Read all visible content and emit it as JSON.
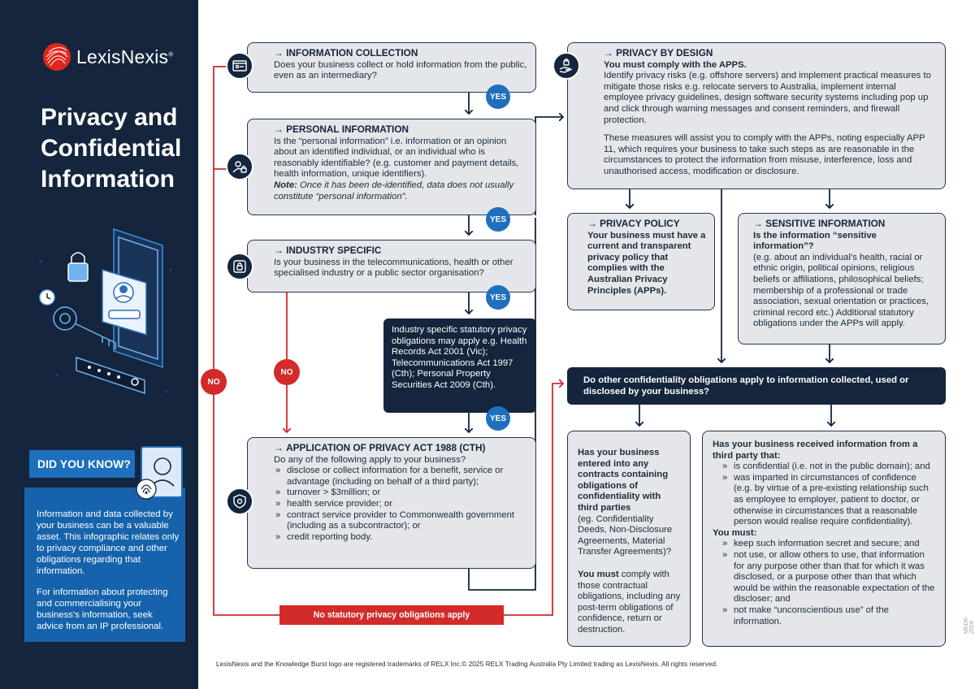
{
  "brand": {
    "name": "LexisNexis",
    "registered": "®"
  },
  "title": {
    "line1": "Privacy and",
    "line2": "Confidential",
    "line3": "Information"
  },
  "did_you_know": {
    "label": "DID YOU KNOW?",
    "paragraph1": "Information and data collected by your business can be a valuable asset. This infographic relates only to privacy compliance and other obligations regarding that information.",
    "paragraph2": "For information about protecting and commercialising your business's information, seek advice from an IP professional."
  },
  "flow": {
    "info_collection": {
      "title": "INFORMATION COLLECTION",
      "body": "Does your business collect or hold information from the public, even as an intermediary?"
    },
    "personal_info": {
      "title": "PERSONAL INFORMATION",
      "body": "Is the “personal information” i.e. information or an opinion about an identified individual, or an individual who is reasonably identifiable? (e.g. customer and payment details, health information, unique identifiers).",
      "note_label": "Note:",
      "note_text": " Once it has been de-identified, data does not usually constitute “personal information”."
    },
    "industry_specific": {
      "title": "INDUSTRY SPECIFIC",
      "body": "Is your business in the telecommunications, health or other specialised industry or a public sector organisation?"
    },
    "industry_statutory": {
      "body": "Industry specific statutory privacy obligations may apply e.g. Health Records Act 2001 (Vic); Telecommunications Act 1997 (Cth); Personal Property Securities Act 2009 (Cth)."
    },
    "privacy_act": {
      "title": "APPLICATION OF PRIVACY ACT 1988 (CTH)",
      "body": "Do any of the following apply to your business?",
      "items": [
        "disclose or collect information for a benefit, service or advantage (including on behalf of a third party);",
        "turnover > $3million; or",
        "health service provider; or",
        "contract service provider to Commonwealth government (including as a subcontractor); or",
        "credit reporting body."
      ]
    },
    "privacy_by_design": {
      "title": "PRIVACY BY DESIGN",
      "lead": "You must comply with the APPS.",
      "body1": "Identify privacy risks (e.g. offshore servers) and implement practical measures to mitigate those risks e.g. relocate servers to Australia, implement internal employee privacy guidelines, design software security systems including pop up and click through warning messages and consent reminders, and firewall protection.",
      "body2": "These measures will assist you to comply with the APPs, noting especially APP 11, which requires your business to take such steps as are reasonable in the circumstances to protect the information from misuse, interference, loss and unauthorised access,  modification or disclosure."
    },
    "privacy_policy": {
      "title": "PRIVACY POLICY",
      "body": "Your business must have a current and transparent privacy policy that complies with the Australian Privacy Principles (APPs)."
    },
    "sensitive_info": {
      "title": "SENSITIVE INFORMATION",
      "lead": "Is the information “sensitive information”?",
      "body": "(e.g. about an individual’s health, racial or ethnic origin, political opinions, religious beliefs or affiliations, philosophical beliefs; membership of a professional or trade association, sexual orientation or practices, criminal record etc.) Additional statutory obligations under the APPs will apply."
    },
    "other_obligations": {
      "body": "Do other confidentiality obligations apply to information collected, used or disclosed by your business?"
    },
    "contracts": {
      "lead": "Has your business entered into any contracts containing obligations of confidentiality with third parties",
      "body": "(eg. Confidentiality Deeds, Non-Disclosure Agreements, Material Transfer Agreements)?",
      "must_label": "You must",
      "must_text": " comply with those contractual obligations, including any post-term obligations of confidence, return or destruction."
    },
    "third_party": {
      "lead": "Has your business received information from a third party that:",
      "items1": [
        "is confidential (i.e. not in the public domain); and",
        "was imparted in circumstances of confidence (e.g. by virtue of a pre-existing relationship such as employee to employer, patient to doctor, or otherwise in circumstances that a reasonable person would realise require confidentiality)."
      ],
      "must_label": "You must:",
      "items2": [
        "keep such information secret and secure; and",
        "not use, or allow others to use, that information for any purpose other than that for which it was disclosed, or a purpose other than that which would be within the reasonable expectation of the discloser; and",
        "not make “unconscientious use” of the information."
      ]
    },
    "yes_label": "YES",
    "no_label": "NO",
    "no_obligations": "No statutory privacy obligations apply"
  },
  "footer": "LexisNexis and the Knowledge Burst logo are registered trademarks of RELX Inc.© 2025 RELX Trading Australia Pty Limited trading as LexisNexis. All rights reserved.",
  "code": "MKD6-2024-PC",
  "colors": {
    "navy": "#14253d",
    "blue": "#1e6fbe",
    "red": "#d32a2a",
    "box_fill": "#e4e6ea",
    "logo_red": "#e0261c"
  },
  "icons": [
    "browser-id-icon",
    "user-lock-icon",
    "id-card-lock-icon",
    "shield-check-icon",
    "hand-lock-icon",
    "fingerprint-icon",
    "face-scan-icon"
  ]
}
